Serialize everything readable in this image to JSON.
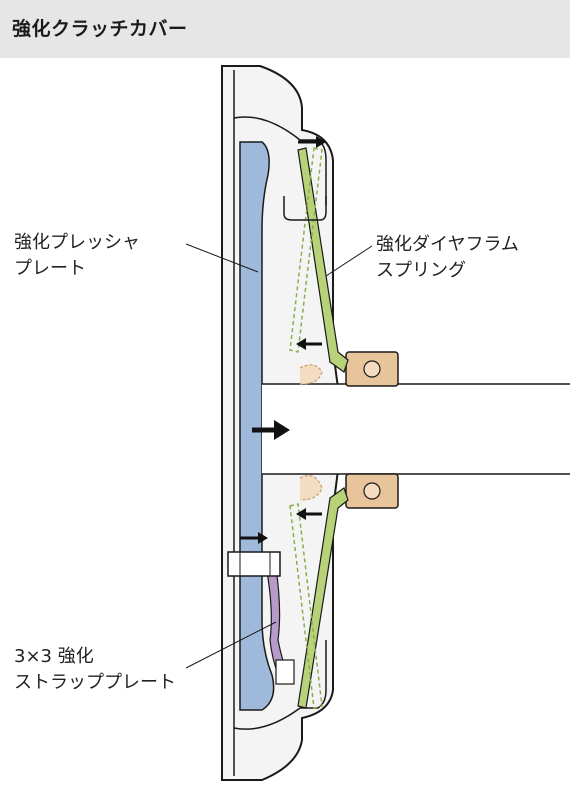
{
  "header": {
    "title": "強化クラッチカバー"
  },
  "labels": {
    "pressure_plate": {
      "line1": "強化プレッシャ",
      "line2": "プレート"
    },
    "diaphragm_spring": {
      "line1": "強化ダイヤフラム",
      "line2": "スプリング"
    },
    "strap_plate": {
      "line1": "3×3 強化",
      "line2": "ストラッププレート"
    }
  },
  "colors": {
    "header_bg": "#e6e6e6",
    "pressure_plate": "#9fb9da",
    "diaphragm_spring": "#b8d27a",
    "strap_plate": "#b89ac8",
    "release_bearing": "#e8c49a",
    "outline": "#1a1a1a"
  }
}
